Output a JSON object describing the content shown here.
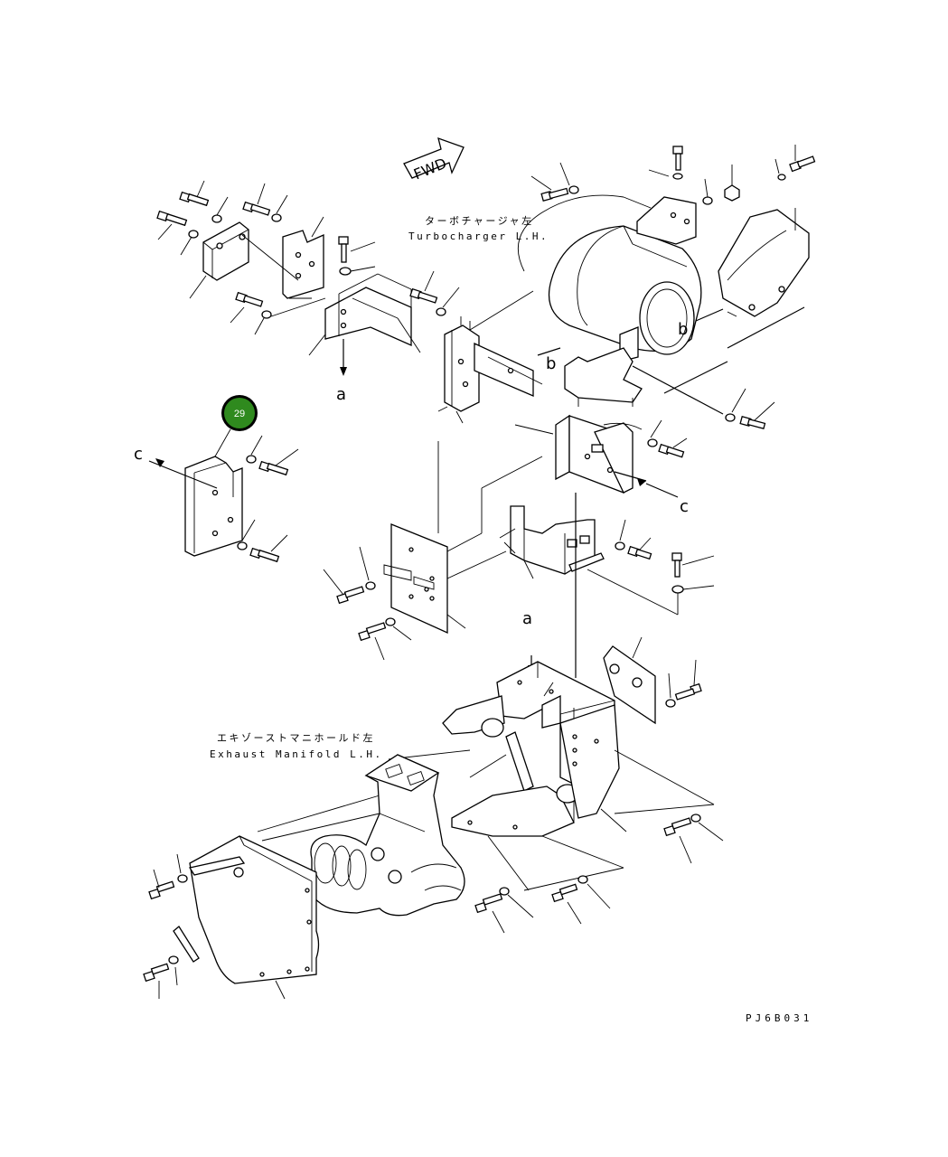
{
  "direction_marker": "FWD",
  "labels": {
    "turbo_jp": "ターボチャージャ左",
    "turbo_en": "Turbocharger L.H.",
    "exhaust_jp": "エキゾーストマニホールド左",
    "exhaust_en": "Exhaust Manifold L.H."
  },
  "reference_letters": {
    "a_top": "a",
    "a_bottom": "a",
    "b_left": "b",
    "b_right": "b",
    "c_left": "c",
    "c_right": "c"
  },
  "callout": {
    "number": "29",
    "fill_color": "#2f8a1e",
    "ring_color": "#000000"
  },
  "drawing_code": "PJ6B031"
}
